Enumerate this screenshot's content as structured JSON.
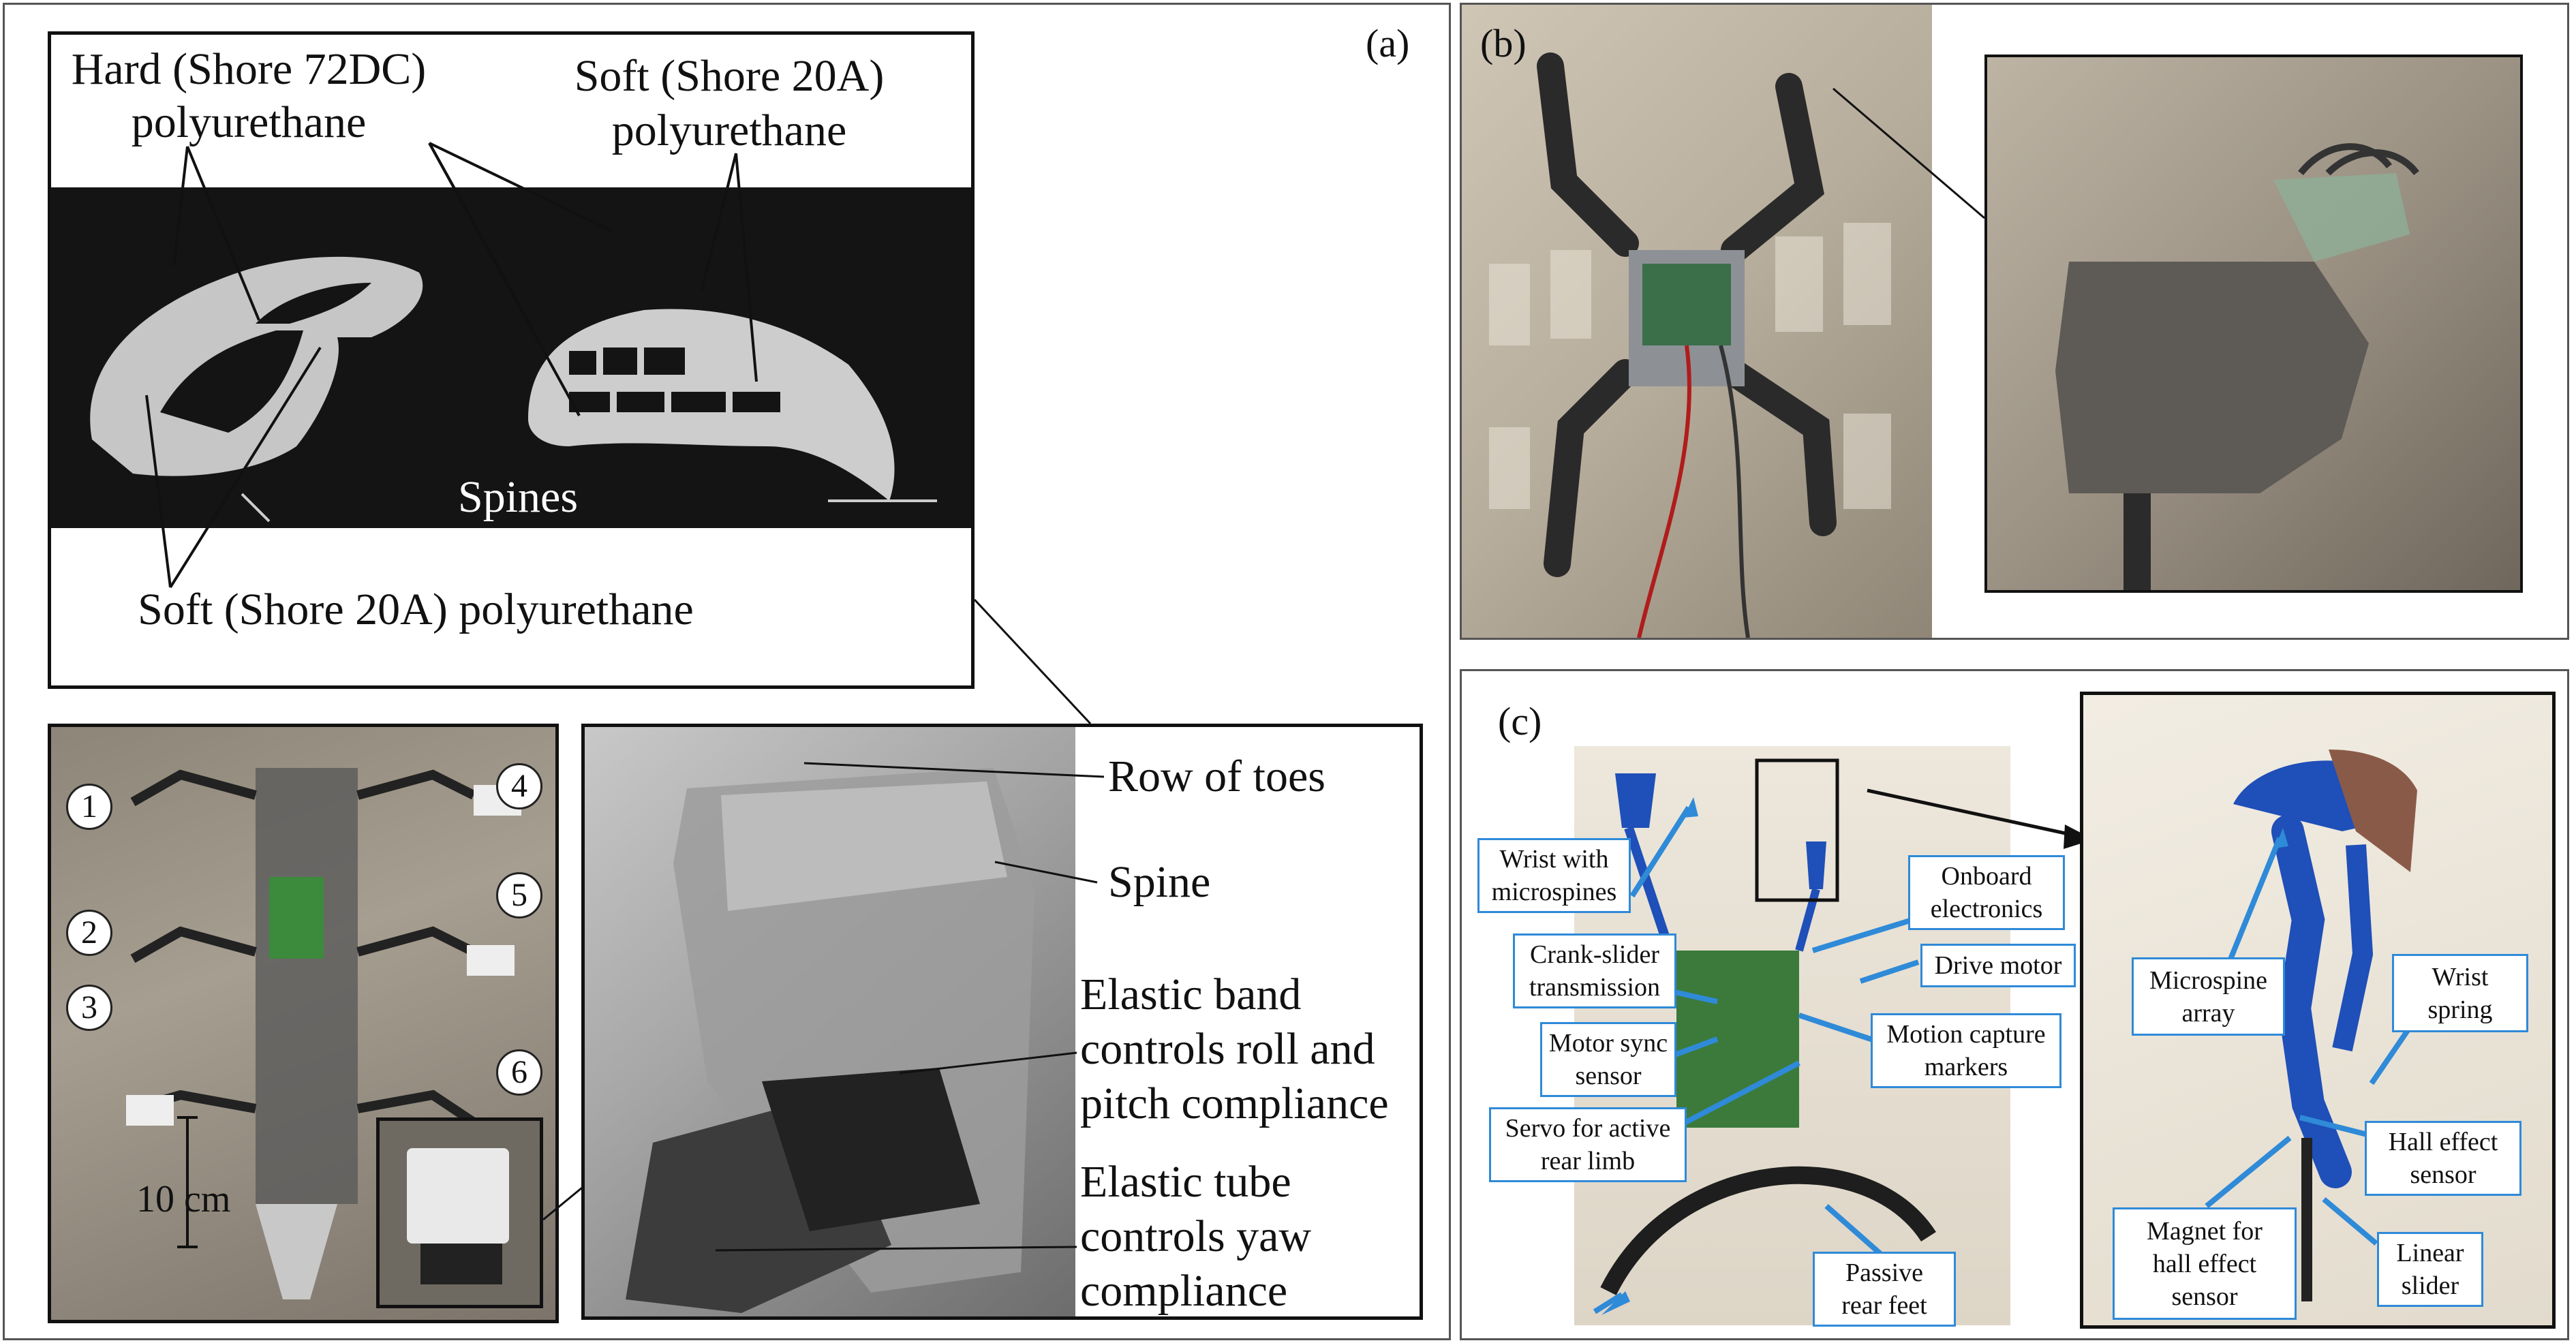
{
  "panel_a": {
    "letter": "(a)",
    "top_inset": {
      "hard_label_line1": "Hard (Shore 72DC)",
      "hard_label_line2": "polyurethane",
      "soft_label_line1": "Soft (Shore 20A)",
      "soft_label_line2": "polyurethane",
      "spines_label": "Spines",
      "soft_bottom_label": "Soft (Shore 20A) polyurethane"
    },
    "robot_photo": {
      "leg_numbers": [
        "1",
        "2",
        "3",
        "4",
        "5",
        "6"
      ],
      "scale_label": "10 cm"
    },
    "foot_closeup": {
      "row_of_toes": "Row of toes",
      "spine": "Spine",
      "elastic_band_line1": "Elastic band",
      "elastic_band_line2": "controls roll and",
      "elastic_band_line3": "pitch compliance",
      "elastic_tube_line1": "Elastic tube",
      "elastic_tube_line2": "controls yaw",
      "elastic_tube_line3": "compliance"
    }
  },
  "panel_b": {
    "letter": "(b)"
  },
  "panel_c": {
    "letter": "(c)",
    "labels": {
      "wrist": "Wrist with\nmicrospines",
      "onboard": "Onboard\nelectronics",
      "crank": "Crank-slider\ntransmission",
      "drive": "Drive motor",
      "motor_sync": "Motor sync\nsensor",
      "motion_capture": "Motion capture\nmarkers",
      "servo": "Servo for active\nrear limb",
      "passive": "Passive\nrear feet",
      "microspine_array": "Microspine\narray",
      "wrist_spring": "Wrist\nspring",
      "hall_sensor": "Hall effect\nsensor",
      "magnet": "Magnet for\nhall effect\nsensor",
      "linear_slider": "Linear\nslider"
    }
  },
  "colors": {
    "callout_blue": "#2f8ad8",
    "frame": "#555555",
    "robot_blue": "#1f4fb8"
  }
}
